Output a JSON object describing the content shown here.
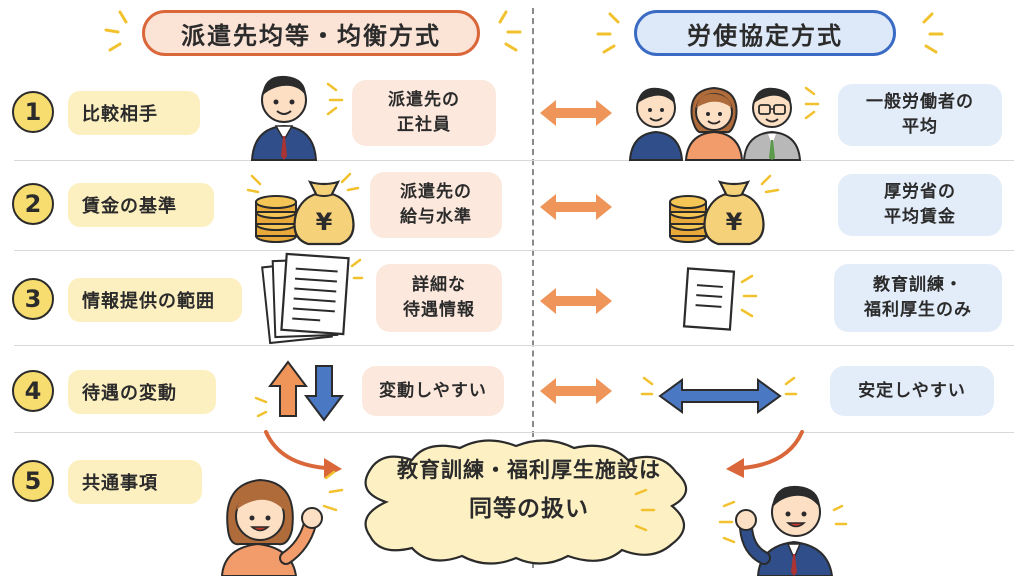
{
  "titles": {
    "left": "派遣先均等・均衡方式",
    "right": "労使協定方式"
  },
  "rows": [
    {
      "num": "1",
      "label": "比較相手",
      "left_line1": "派遣先の",
      "left_line2": "正社員",
      "right_line1": "一般労働者の",
      "right_line2": "平均"
    },
    {
      "num": "2",
      "label": "賃金の基準",
      "left_line1": "派遣先の",
      "left_line2": "給与水準",
      "right_line1": "厚労省の",
      "right_line2": "平均賃金"
    },
    {
      "num": "3",
      "label": "情報提供の範囲",
      "left_line1": "詳細な",
      "left_line2": "待遇情報",
      "right_line1": "教育訓練・",
      "right_line2": "福利厚生のみ"
    },
    {
      "num": "4",
      "label": "待遇の変動",
      "left_line1": "変動しやすい",
      "right_line1": "安定しやすい"
    },
    {
      "num": "5",
      "label": "共通事項"
    }
  ],
  "common": {
    "line1": "教育訓練・福利厚生施設は",
    "line2": "同等の扱い"
  },
  "icons": {
    "yen_symbol": "¥"
  },
  "colors": {
    "left_accent": "#d9673a",
    "right_accent": "#3a6bc4",
    "number_fill": "#f7dc6f",
    "arrow_orange": "#f0955a",
    "arrow_blue": "#4a78c2"
  }
}
